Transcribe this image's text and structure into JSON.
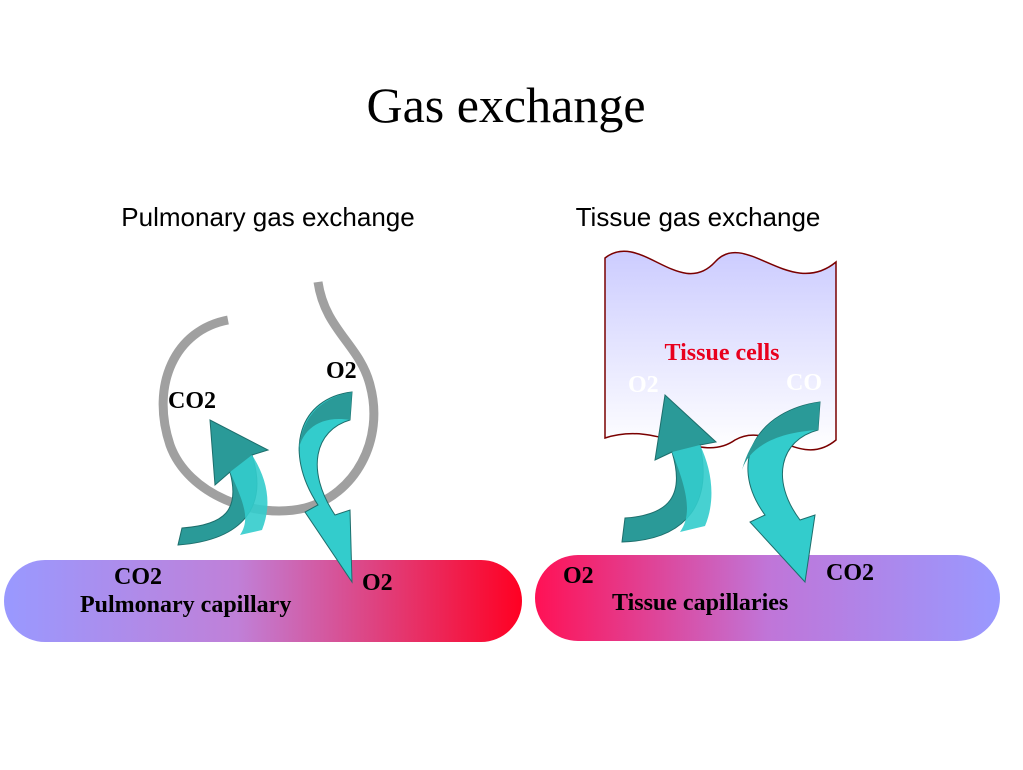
{
  "title": "Gas exchange",
  "pulmonary": {
    "heading": "Pulmonary gas exchange",
    "capillary_label": "Pulmonary capillary",
    "co2_top": "CO2",
    "o2_top": "O2",
    "co2_bottom": "CO2",
    "o2_bottom": "O2"
  },
  "tissue": {
    "heading": "Tissue gas exchange",
    "cells_label": "Tissue cells",
    "o2_faint": "O2",
    "co2_faint": "CO",
    "o2_bottom": "O2",
    "co2_bottom": "CO2",
    "capillary_label": "Tissue capillaries"
  },
  "colors": {
    "arrow_light": "#33cccc",
    "arrow_dark": "#2a9a98",
    "capillary_blue": "#9999ff",
    "capillary_red": "#ff0022",
    "tissue_label": "#e8001e",
    "alveolus_outline": "#a0a0a0",
    "tissue_border": "#7a0000"
  }
}
